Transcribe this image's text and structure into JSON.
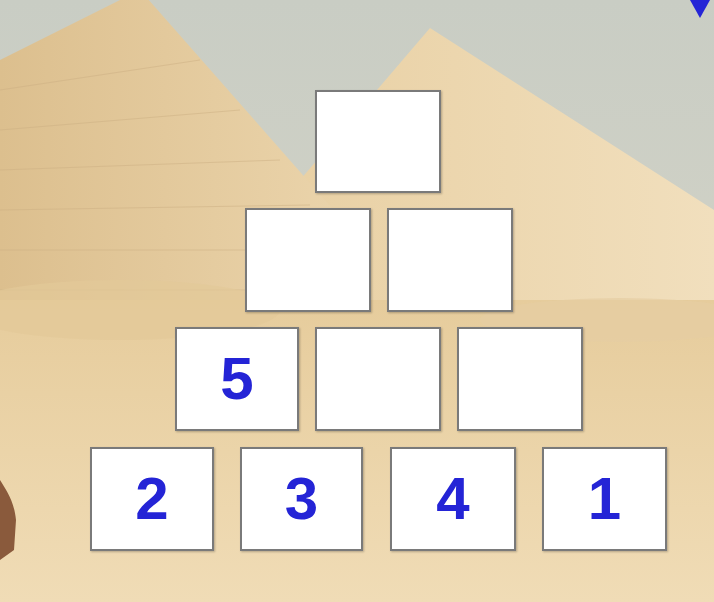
{
  "diagram": {
    "nodes": [
      {
        "text": [
          "5"
        ]
      },
      {
        "text": [
          "2"
        ]
      },
      {
        "text": [
          "3"
        ]
      },
      {
        "text": [
          "4"
        ]
      },
      {
        "text": [
          "1"
        ]
      }
    ]
  }
}
